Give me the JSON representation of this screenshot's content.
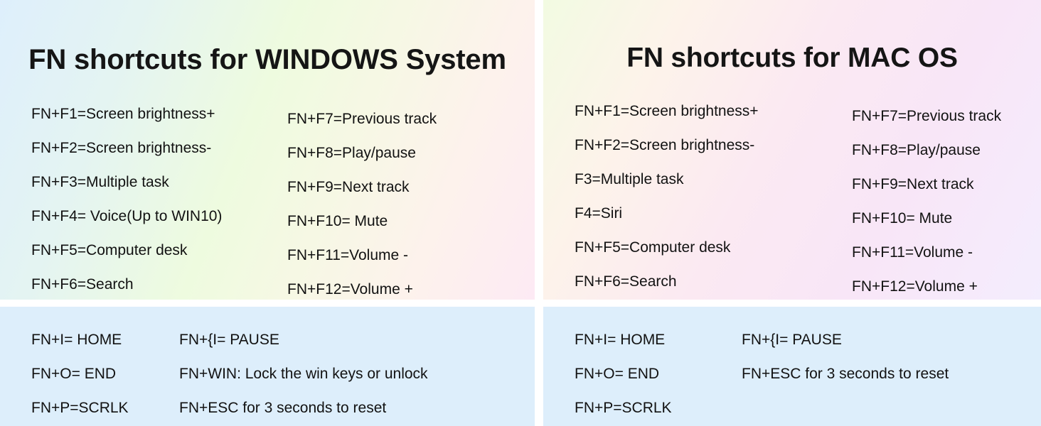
{
  "panels": {
    "windows_fn": {
      "title": "FN shortcuts for WINDOWS System",
      "column_left": [
        "FN+F1=Screen brightness+",
        "FN+F2=Screen brightness-",
        "FN+F3=Multiple task",
        "FN+F4= Voice(Up to WIN10)",
        "FN+F5=Computer desk",
        "FN+F6=Search"
      ],
      "column_right": [
        "FN+F7=Previous track",
        "FN+F8=Play/pause",
        "FN+F9=Next track",
        "FN+F10= Mute",
        "FN+F11=Volume -",
        "FN+F12=Volume +"
      ]
    },
    "windows_misc": {
      "column_left": [
        "FN+I= HOME",
        "FN+O= END",
        "FN+P=SCRLK"
      ],
      "column_right": [
        "FN+{I= PAUSE",
        "FN+WIN: Lock the win keys or unlock",
        "FN+ESC for 3 seconds to reset"
      ]
    },
    "mac_fn": {
      "title": "FN shortcuts for MAC OS",
      "column_left": [
        "FN+F1=Screen brightness+",
        "FN+F2=Screen brightness-",
        "F3=Multiple task",
        "F4=Siri",
        "FN+F5=Computer desk",
        "FN+F6=Search"
      ],
      "column_right": [
        "FN+F7=Previous track",
        "FN+F8=Play/pause",
        "FN+F9=Next track",
        "FN+F10= Mute",
        "FN+F11=Volume -",
        "FN+F12=Volume +"
      ]
    },
    "mac_misc": {
      "column_left": [
        "FN+I= HOME",
        "FN+O= END",
        "FN+P=SCRLK"
      ],
      "column_right": [
        "FN+{I= PAUSE",
        "FN+ESC for 3 seconds to reset",
        ""
      ]
    }
  },
  "colors": {
    "text": "#121212",
    "title": "#151515",
    "misc_panel_background": "#ddeefb",
    "page_background": "#ffffff",
    "windows_gradient_start": "#deeffc",
    "windows_gradient_mid": "#eefbdf",
    "windows_gradient_end": "#fdeaf4",
    "mac_gradient_start": "#f2fbe2",
    "mac_gradient_mid": "#fbe9f2",
    "mac_gradient_end": "#f3edfd"
  }
}
